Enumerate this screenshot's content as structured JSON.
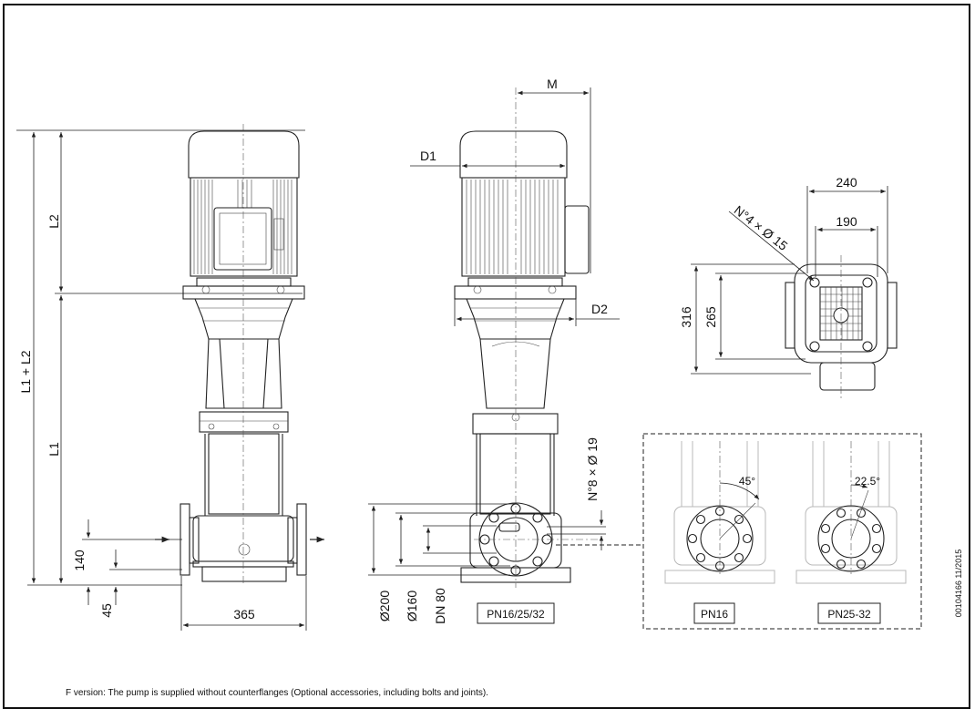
{
  "dimensions": {
    "m": "M",
    "d1": "D1",
    "d2": "D2",
    "l2": "L2",
    "l1_l2": "L1 + L2",
    "l1": "L1",
    "d140": "140",
    "d45": "45",
    "d365": "365",
    "d240": "240",
    "d190": "190",
    "d316": "316",
    "d265": "265",
    "holes_top": "N°4 × Ø 15",
    "holes_flange": "N°8 × Ø 19",
    "phi200": "Ø200",
    "phi160": "Ø160",
    "dn80": "DN 80",
    "angle45": "45°",
    "angle225": "22.5°"
  },
  "labels": {
    "pn_main": "PN16/25/32",
    "pn16": "PN16",
    "pn2532": "PN25-32"
  },
  "footnote": "F version: The pump is supplied without counterflanges (Optional accessories, including bolts and joints).",
  "drawing_code": "00104166  11/2015"
}
